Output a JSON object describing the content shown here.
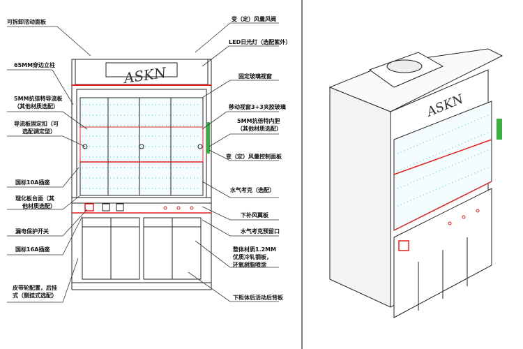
{
  "logo": "ASKN",
  "left_labels": [
    {
      "l1": "可拆卸活动面板",
      "l2": ""
    },
    {
      "l1": "65MM穿边立柱",
      "l2": ""
    },
    {
      "l1": "5MM抗倍特导流板",
      "l2": "（其他材质选配）"
    },
    {
      "l1": "导流板固定扣（可",
      "l2": "选配调定型）"
    },
    {
      "l1": "国标10A插座",
      "l2": ""
    },
    {
      "l1": "理化板台面（其",
      "l2": "他材质选配）"
    },
    {
      "l1": "漏电保护开关",
      "l2": ""
    },
    {
      "l1": "国标16A插座",
      "l2": ""
    },
    {
      "l1": "皮带轮配置，后挂",
      "l2": "式（侧挂式选配）"
    }
  ],
  "right_labels": [
    {
      "l1": "变（定）风量风阀",
      "l2": "",
      "l3": ""
    },
    {
      "l1": "LED日光灯（选配紫外）",
      "l2": "",
      "l3": ""
    },
    {
      "l1": "固定玻璃视窗",
      "l2": "",
      "l3": ""
    },
    {
      "l1": "移动视窗3+3夹胶玻璃",
      "l2": "",
      "l3": ""
    },
    {
      "l1": "5MM抗倍特内胆",
      "l2": "（其他材质选配）",
      "l3": ""
    },
    {
      "l1": "变（定）风量控制面板",
      "l2": "",
      "l3": ""
    },
    {
      "l1": "水气考克（选配）",
      "l2": "",
      "l3": ""
    },
    {
      "l1": "下补风翼板",
      "l2": "",
      "l3": ""
    },
    {
      "l1": "水气考克预留口",
      "l2": "",
      "l3": ""
    },
    {
      "l1": "整体材质1.2MM",
      "l2": "优质冷轧钢板，",
      "l3": "环氧树脂喷涂"
    },
    {
      "l1": "下柜体后活动后背板",
      "l2": "",
      "l3": ""
    }
  ],
  "colors": {
    "line": "#222222",
    "red": "#e02020",
    "glass": "#26c6d0",
    "green": "#3cb043"
  }
}
